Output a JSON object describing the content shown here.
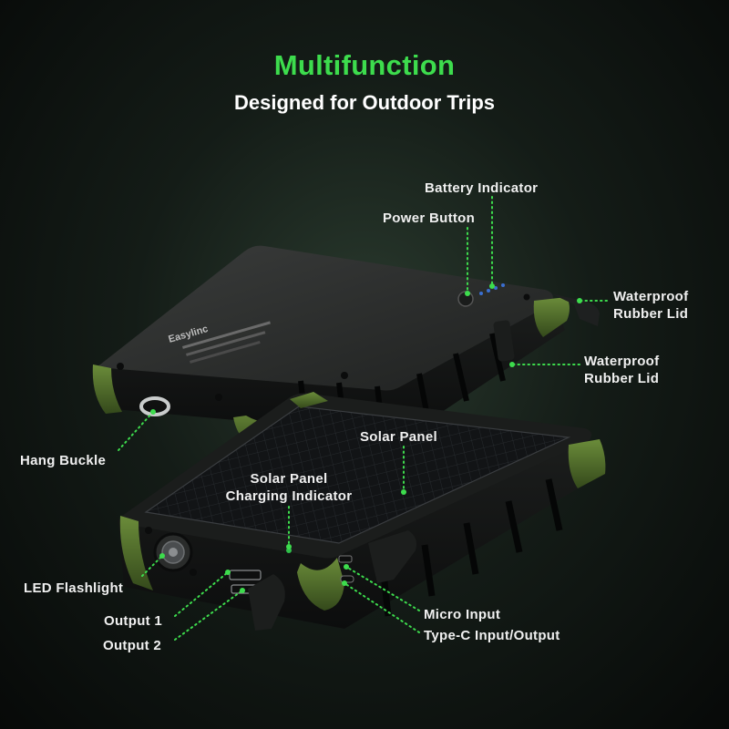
{
  "header": {
    "title": "Multifunction",
    "subtitle": "Designed for Outdoor Trips"
  },
  "colors": {
    "accent": "#3ddc4d",
    "device_green": "#4e6b2a",
    "device_body": "#2a2c2b",
    "text": "#f0f0f0"
  },
  "device": {
    "brand": "Easylinc"
  },
  "callouts": {
    "battery_indicator": "Battery Indicator",
    "power_button": "Power Button",
    "waterproof_lid_top": [
      "Waterproof",
      "Rubber  Lid"
    ],
    "waterproof_lid_side": [
      "Waterproof",
      "Rubber  Lid"
    ],
    "hang_buckle": "Hang Buckle",
    "solar_panel": "Solar Panel",
    "solar_charging_indicator": [
      "Solar Panel",
      "Charging Indicator"
    ],
    "led_flashlight": "LED  Flashlight",
    "output_1": "Output 1",
    "output_2": "Output 2",
    "micro_input": "Micro Input",
    "type_c": "Type-C Input/Output"
  }
}
